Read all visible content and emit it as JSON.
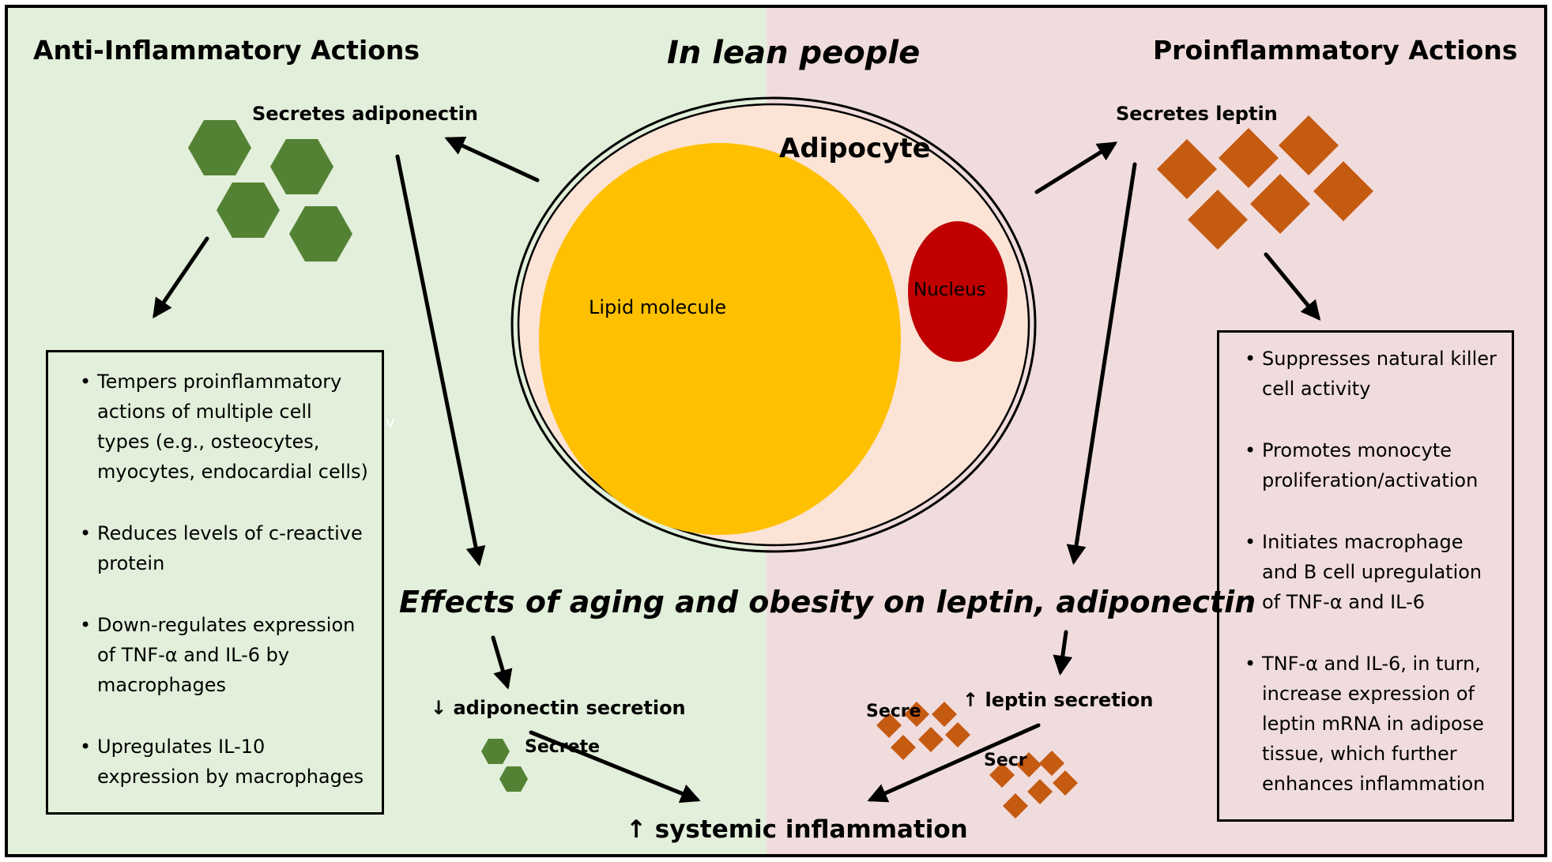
{
  "headings": {
    "left": "Anti-Inflammatory Actions",
    "center": "In lean people",
    "right": "Proinflammatory Actions"
  },
  "cell": {
    "label": "Adipocyte",
    "lipid": "Lipid molecule",
    "nucleus": "Nucleus"
  },
  "secretes": {
    "left": "Secretes adiponectin",
    "right": "Secretes leptin"
  },
  "left_box": {
    "items": [
      "Tempers proinflammatory actions of multiple cell types (e.g., osteocytes, myocytes, endocardial cells)",
      "Reduces levels of c-reactive protein",
      "Down-regulates expression of TNF-α and IL-6 by macrophages",
      "Upregulates IL-10 expression by macrophages"
    ]
  },
  "right_box": {
    "items": [
      "Suppresses natural killer cell activity",
      "Promotes monocyte proliferation/activation",
      "Initiates macrophage and B cell upregulation of TNF-α and IL-6",
      "TNF-α and IL-6, in turn, increase expression of leptin mRNA in adipose tissue, which further enhances inflammation"
    ]
  },
  "effects_title": "Effects of aging and obesity on leptin, adiponectin",
  "adiponectin_down": "↓ adiponectin secretion",
  "leptin_up": "↑ leptin secretion",
  "outcome": "↑ systemic inflammation",
  "fragments": {
    "left_secrete": "Secrete",
    "right_secre": "Secre",
    "right_secr": "Secr",
    "stray_v": "v"
  },
  "colors": {
    "left_bg": "#e2efda",
    "right_bg": "#f0dcdc",
    "cell_fill": "#fbe3d6",
    "lipid": "#ffc000",
    "nucleus": "#c00000",
    "adiponectin": "#548235",
    "leptin": "#c55a11"
  }
}
